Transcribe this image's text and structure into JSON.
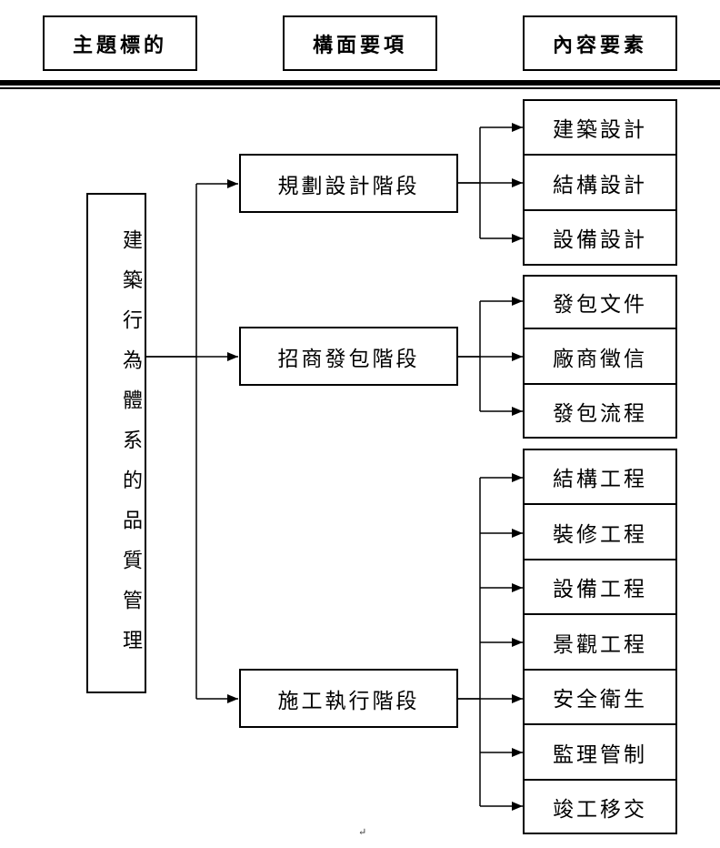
{
  "headers": [
    "主題標的",
    "構面要項",
    "內容要素"
  ],
  "root": "建築行為體系的品質管理",
  "stages": [
    {
      "label": "規劃設計階段",
      "items": [
        "建築設計",
        "結構設計",
        "設備設計"
      ]
    },
    {
      "label": "招商發包階段",
      "items": [
        "發包文件",
        "廠商徵信",
        "發包流程"
      ]
    },
    {
      "label": "施工執行階段",
      "items": [
        "結構工程",
        "裝修工程",
        "設備工程",
        "景觀工程",
        "安全衛生",
        "監理管制",
        "竣工移交"
      ]
    }
  ],
  "paragraph_mark": "↵"
}
